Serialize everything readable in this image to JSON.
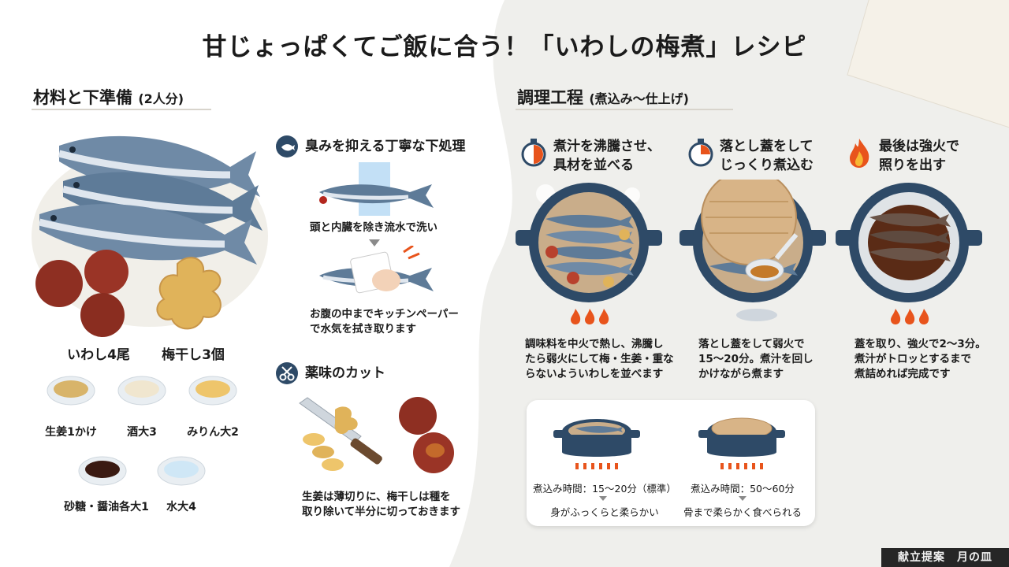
{
  "title": "甘じょっぱくてご飯に合う！「いわしの梅煮」レシピ",
  "ingredients": {
    "heading": "材料と下準備",
    "heading_sub": "(2人分)",
    "items": [
      {
        "label": "いわし4尾"
      },
      {
        "label": "梅干し3個"
      },
      {
        "label": "生姜1かけ"
      },
      {
        "label": "酒大3"
      },
      {
        "label": "みりん大2"
      },
      {
        "label": "砂糖・醤油各大1"
      },
      {
        "label": "水大4"
      }
    ]
  },
  "prep": {
    "deodorize": {
      "heading": "臭みを抑える丁寧な下処理",
      "step1": "頭と内臓を除き流水で洗い",
      "step2_line1": "お腹の中までキッチンペーパー",
      "step2_line2": "で水気を拭き取ります"
    },
    "cut": {
      "heading": "薬味のカット",
      "line1": "生姜は薄切りに、梅干しは種を",
      "line2": "取り除いて半分に切っておきます"
    }
  },
  "cooking": {
    "heading": "調理工程",
    "heading_sub": "(煮込み〜仕上げ)",
    "steps": [
      {
        "title_line1": "煮汁を沸騰させ、",
        "title_line2": "具材を並べる",
        "desc_line1": "調味料を中火で熱し、沸騰し",
        "desc_line2": "たら弱火にして梅・生姜・重な",
        "desc_line3": "らないよういわしを並べます"
      },
      {
        "title_line1": "落とし蓋をして",
        "title_line2": "じっくり煮込む",
        "desc_line1": "落とし蓋をして弱火で",
        "desc_line2": "15〜20分。煮汁を回し",
        "desc_line3": "かけながら煮ます"
      },
      {
        "title_line1": "最後は強火で",
        "title_line2": "照りを出す",
        "desc_line1": "蓋を取り、強火で2〜3分。",
        "desc_line2": "煮汁がトロッとするまで",
        "desc_line3": "煮詰めれば完成です"
      }
    ],
    "comparison": [
      {
        "time": "煮込み時間：15〜20分（標準）",
        "result": "身がふっくらと柔らかい"
      },
      {
        "time": "煮込み時間：50〜60分",
        "result": "骨まで柔らかく食べられる"
      }
    ]
  },
  "footer": "献立提案　月の皿",
  "colors": {
    "navy": "#2e4a67",
    "plum": "#8e2f22",
    "ginger": "#e0b35a",
    "flame": "#e8541c",
    "wood": "#d8b487"
  }
}
